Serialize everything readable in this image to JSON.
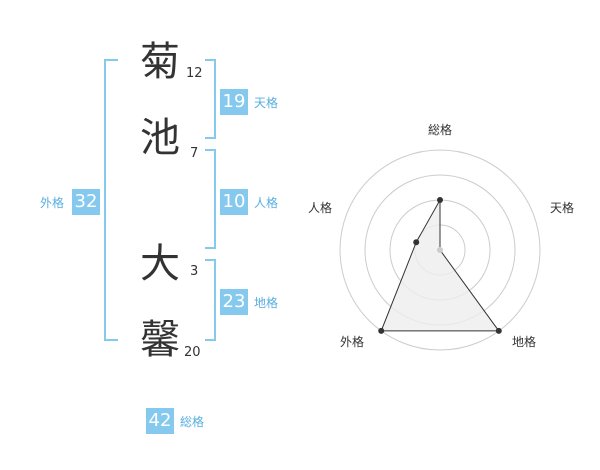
{
  "name": {
    "characters": [
      {
        "char": "菊",
        "strokes": "12"
      },
      {
        "char": "池",
        "strokes": "7"
      },
      {
        "char": "大",
        "strokes": "3"
      },
      {
        "char": "馨",
        "strokes": "20"
      }
    ]
  },
  "grids": {
    "tenkaku": {
      "value": "19",
      "label": "天格"
    },
    "jinkaku": {
      "value": "10",
      "label": "人格"
    },
    "chikaku": {
      "value": "23",
      "label": "地格"
    },
    "gaikaku": {
      "value": "32",
      "label": "外格"
    },
    "soukaku": {
      "value": "42",
      "label": "総格"
    }
  },
  "chart_data": {
    "type": "radar",
    "axes": [
      "総格",
      "天格",
      "地格",
      "外格",
      "人格"
    ],
    "values": [
      2,
      0,
      4,
      4,
      1
    ],
    "max": 4,
    "colors": {
      "fill": "#eeeeee",
      "line": "#333333",
      "rings": "#cccccc"
    }
  },
  "colors": {
    "bracket": "#86c9ef",
    "badge": "#86c9ef",
    "label": "#58aee0"
  }
}
